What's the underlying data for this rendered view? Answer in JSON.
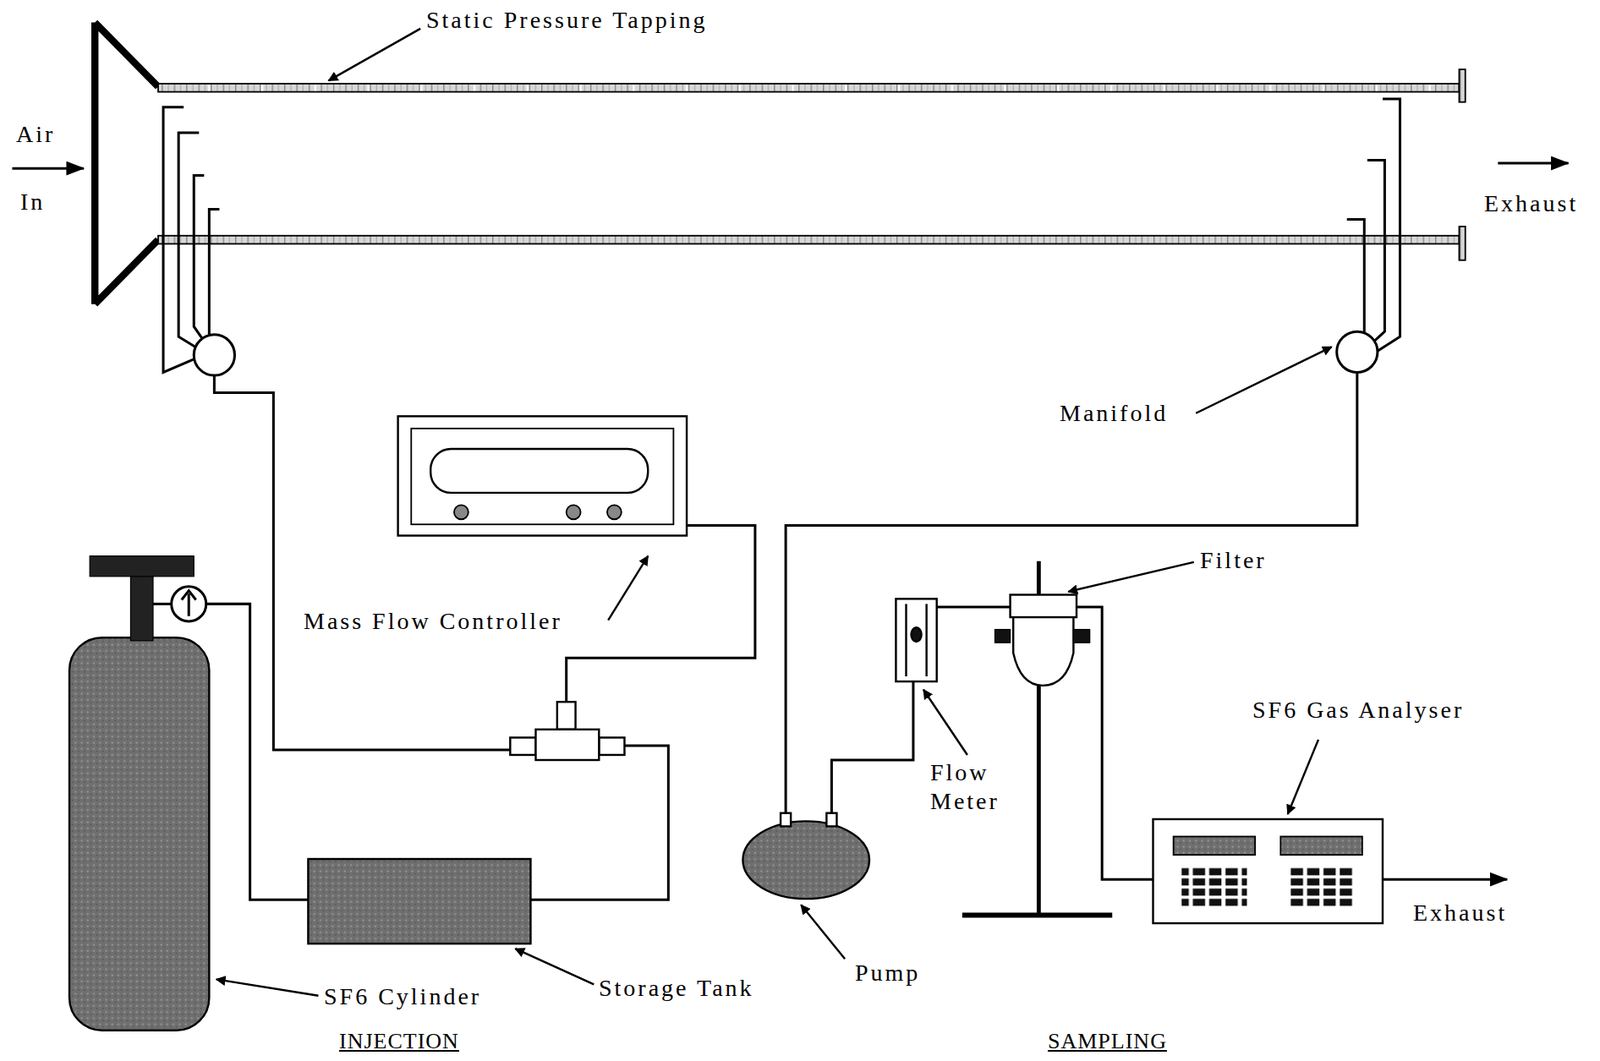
{
  "diagram": {
    "labels": [
      "Static Pressure Tapping",
      "Air",
      "In",
      "Exhaust",
      "Manifold",
      "Mass Flow Controller",
      "Filter",
      "Flow Meter",
      "SF6 Gas Analyser",
      "Exhaust",
      "Pump",
      "SF6 Cylinder",
      "Storage Tank",
      "INJECTION",
      "SAMPLING"
    ]
  }
}
